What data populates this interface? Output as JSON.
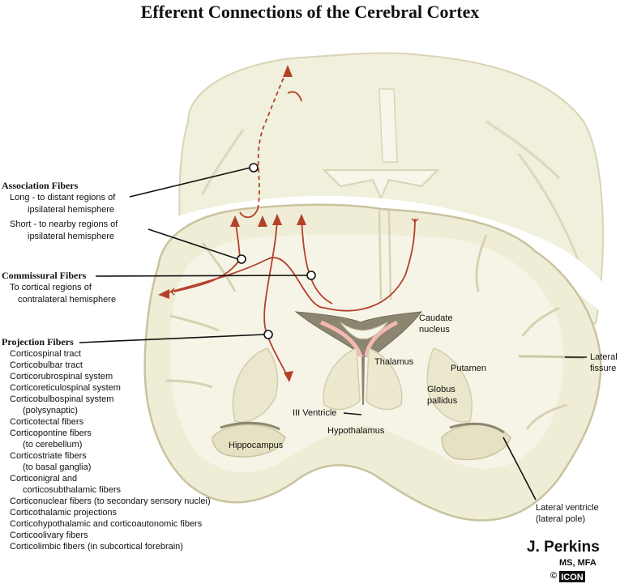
{
  "title": "Efferent Connections of the Cerebral Cortex",
  "association": {
    "heading": "Association Fibers",
    "long_line1": "Long - to distant regions of",
    "long_line2": "ipsilateral hemisphere",
    "short_line1": "Short - to nearby regions of",
    "short_line2": "ipsilateral hemisphere"
  },
  "commissural": {
    "heading": "Commissural Fibers",
    "line1": "To cortical regions of",
    "line2": "contralateral hemisphere"
  },
  "projection": {
    "heading": "Projection Fibers",
    "items": [
      {
        "text": "Corticospinal tract",
        "indent": false
      },
      {
        "text": "Corticobulbar tract",
        "indent": false
      },
      {
        "text": "Corticorubrospinal system",
        "indent": false
      },
      {
        "text": "Corticoreticulospinal system",
        "indent": false
      },
      {
        "text": "Corticobulbospinal system",
        "indent": false
      },
      {
        "text": "(polysynaptic)",
        "indent": true
      },
      {
        "text": "Corticotectal fibers",
        "indent": false
      },
      {
        "text": "Corticopontine fibers",
        "indent": false
      },
      {
        "text": "(to cerebellum)",
        "indent": true
      },
      {
        "text": "Corticostriate fibers",
        "indent": false
      },
      {
        "text": "(to basal ganglia)",
        "indent": true
      },
      {
        "text": "Corticonigral and",
        "indent": false
      },
      {
        "text": "corticosubthalamic fibers",
        "indent": true
      },
      {
        "text": "Corticonuclear fibers (to secondary sensory nuclei)",
        "indent": false
      },
      {
        "text": "Corticothalamic projections",
        "indent": false
      },
      {
        "text": "Corticohypothalamic and corticoautonomic fibers",
        "indent": false
      },
      {
        "text": "Corticoolivary fibers",
        "indent": false
      },
      {
        "text": "Corticolimbic fibers (in subcortical forebrain)",
        "indent": false
      }
    ]
  },
  "structures": {
    "caudate_line1": "Caudate",
    "caudate_line2": "nucleus",
    "thalamus": "Thalamus",
    "putamen": "Putamen",
    "globus_line1": "Globus",
    "globus_line2": "pallidus",
    "third_ventricle": "III Ventricle",
    "hypothalamus": "Hypothalamus",
    "hippocampus": "Hippocampus",
    "lateral_fissure_line1": "Lateral",
    "lateral_fissure_line2": "fissure",
    "lateral_ventricle_line1": "Lateral ventricle",
    "lateral_ventricle_line2": "(lateral pole)"
  },
  "signature": {
    "name": "J. Perkins",
    "credentials": "MS, MFA",
    "copyright": "©",
    "logo_text": "ICON"
  },
  "colors": {
    "tissue": "#efedd6",
    "tissue_back": "#f0f0dc",
    "tissue_edge": "#c9c39f",
    "white_matter": "#f6f4e6",
    "ventricle": "#8c8670",
    "choroid": "#f3b8b2",
    "fiber": "#b4402a"
  }
}
